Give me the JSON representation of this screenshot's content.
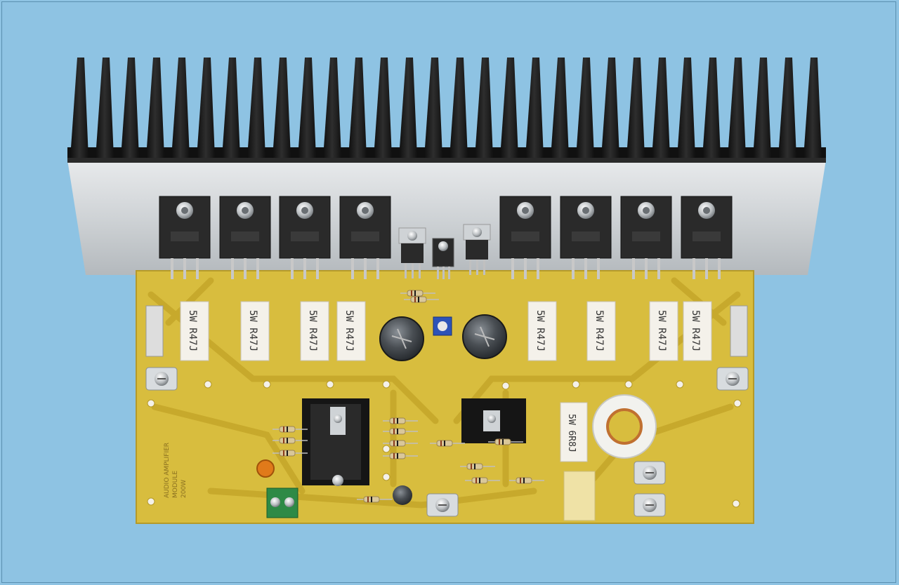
{
  "photo": {
    "resistor_markings": [
      "5W R47J",
      "5W R47J",
      "5W R47J",
      "5W R47J",
      "5W R47J",
      "5W R47J",
      "5W R47J",
      "5W R47J"
    ],
    "inductor_resistor_marking": "5W 6R8J",
    "pcb_silkscreen_lines": [
      "AUDIO AMPLIFIER",
      "MODULE",
      "200W"
    ],
    "colors": {
      "background": "#8ec3e3",
      "pcb": "#d8bd3e",
      "heatsink_fins": "#1c1c1c",
      "heatsink_plate": "#cfd3d6",
      "transistor_body": "#2a2a2a",
      "resistor_body": "#f4f1ea",
      "capacitor_body": "#3a3d40"
    }
  }
}
